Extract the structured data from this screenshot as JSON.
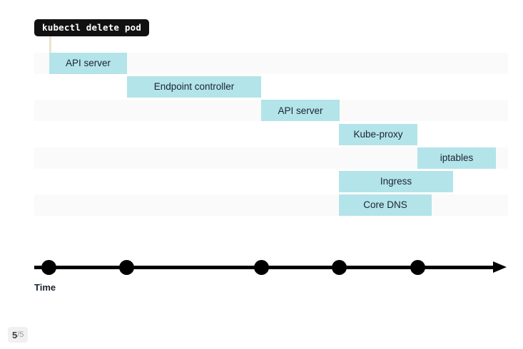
{
  "command_callout": {
    "text": "kubectl delete pod",
    "background_color": "#111111",
    "text_color": "#ffffff",
    "connector_color": "#ece3cd"
  },
  "chart_data": {
    "type": "bar",
    "title": "kubectl delete pod",
    "xlabel": "Time",
    "ylabel": "",
    "grid": false,
    "legend_position": "none",
    "orientation": "horizontal-gantt",
    "bar_color": "#b3e4e9",
    "track_color": "#fafafa",
    "x": [
      68,
      177,
      366,
      475,
      585
    ],
    "xlim": [
      48,
      712
    ],
    "categories": [
      "API server",
      "Endpoint controller",
      "API server",
      "Kube-proxy",
      "iptables",
      "Ingress",
      "Core DNS"
    ],
    "bars": [
      {
        "label": "API server",
        "start": 69,
        "end": 178,
        "row": 1,
        "striped": true
      },
      {
        "label": "Endpoint controller",
        "start": 178,
        "end": 366,
        "row": 2,
        "striped": false
      },
      {
        "label": "API server",
        "start": 366,
        "end": 476,
        "row": 3,
        "striped": true
      },
      {
        "label": "Kube-proxy",
        "start": 475,
        "end": 585,
        "row": 4,
        "striped": false
      },
      {
        "label": "iptables",
        "start": 585,
        "end": 695,
        "row": 5,
        "striped": true
      },
      {
        "label": "Ingress",
        "start": 475,
        "end": 635,
        "row": 6,
        "striped": false
      },
      {
        "label": "Core DNS",
        "start": 475,
        "end": 605,
        "row": 7,
        "striped": true
      }
    ]
  },
  "time_axis": {
    "label": "Time",
    "dot_positions": [
      68,
      177,
      366,
      475,
      585
    ],
    "line_color": "#000000",
    "dot_color": "#000000"
  },
  "page_indicator": {
    "current": "5",
    "separator_and_total": "/5",
    "background_color": "#f0f0f0"
  }
}
